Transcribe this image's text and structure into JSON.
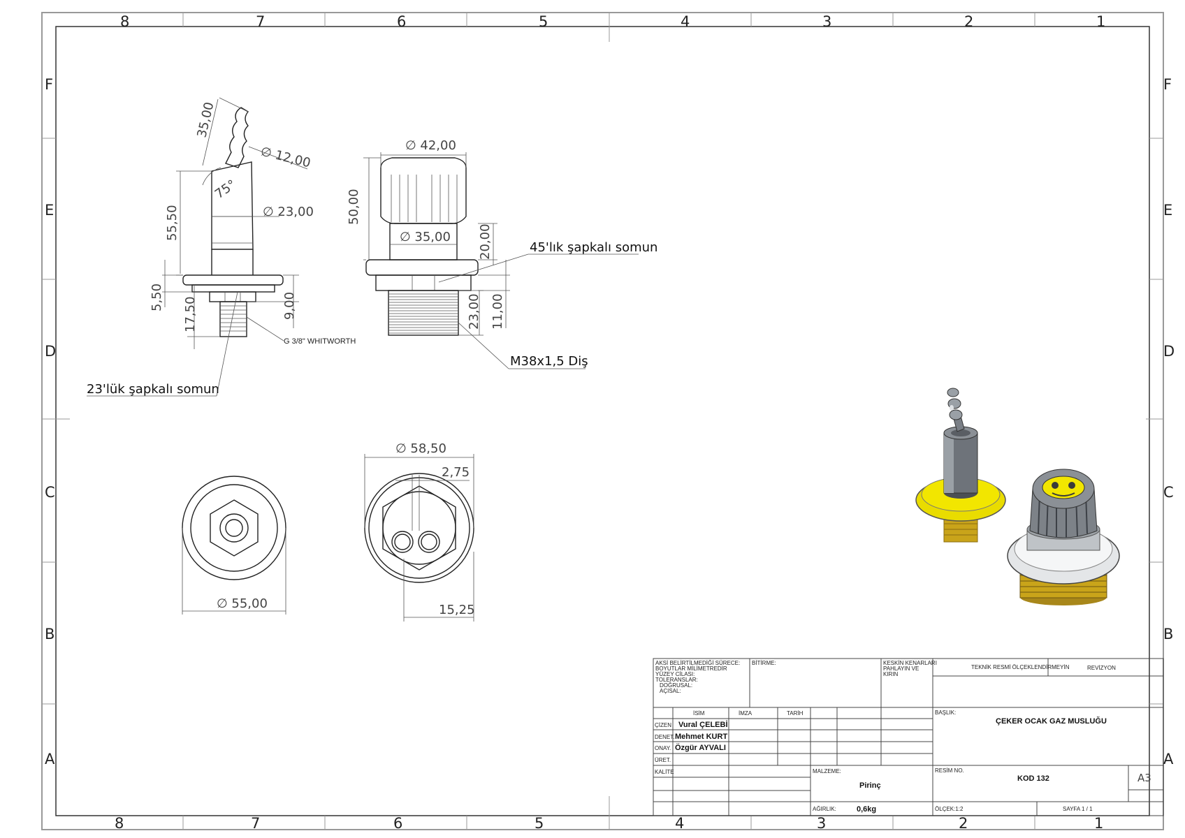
{
  "frame": {
    "columns": [
      "8",
      "7",
      "6",
      "5",
      "4",
      "3",
      "2",
      "1"
    ],
    "rows": [
      "F",
      "E",
      "D",
      "C",
      "B",
      "A"
    ]
  },
  "dimensions": {
    "d35": "35,00",
    "d12": "∅ 12,00",
    "d75": "75°",
    "d23": "∅ 23,00",
    "d5550": "55,50",
    "d550": "5,50",
    "d1750": "17,50",
    "d900": "9,00",
    "d42": "∅ 42,00",
    "d5000": "50,00",
    "d35b": "∅ 35,00",
    "d2000": "20,00",
    "d2300": "23,00",
    "d1100": "11,00",
    "d5850": "∅ 58,50",
    "d275": "2,75",
    "d55": "∅ 55,00",
    "d1525": "15,25"
  },
  "notes": {
    "thread_small": "G 3/8\" WHITWORTH",
    "nut23": "23'lük şapkalı somun",
    "nut45": "45'lık şapkalı somun",
    "thread_large": "M38x1,5 Diş"
  },
  "title_block": {
    "spec_lines": [
      "AKSİ BELİRTİLMEDİĞİ SÜRECE:",
      "BOYUTLAR MİLİMETREDİR",
      "YÜZEY CİLASI:",
      "TOLERANSLAR:",
      "DOĞRUSAL:",
      "AÇISAL:"
    ],
    "finish_label": "BİTİRME:",
    "edges_lines": [
      "KESKİN KENARLARI",
      "PAHLAYIN VE",
      "KIRIN"
    ],
    "no_scale": "TEKNİK RESMİ ÖLÇEKLENDİRMEYİN",
    "revision": "REVİZYON",
    "col_name": "İSİM",
    "col_sign": "İMZA",
    "col_date": "TARİH",
    "roles": [
      "ÇİZEN",
      "DENET.",
      "ONAY.",
      "ÜRET.",
      "KALİTE"
    ],
    "people": [
      "Vural ÇELEBİ",
      "Mehmet KURT",
      "Özgür AYVALI"
    ],
    "title_label": "BAŞLIK:",
    "title": "ÇEKER OCAK GAZ MUSLUĞU",
    "material_label": "MALZEME:",
    "material": "Pirinç",
    "drawing_no_label": "RESİM NO.",
    "drawing_no": "KOD 132",
    "size": "A3",
    "weight_label": "AĞIRLIK:",
    "weight": "0,6kg",
    "scale": "ÖLÇEK:1:2",
    "sheet": "SAYFA 1 / 1"
  },
  "colors": {
    "accent_yellow": "#f2e600",
    "brass": "#c9a41a",
    "steel": "#7b7f86"
  }
}
